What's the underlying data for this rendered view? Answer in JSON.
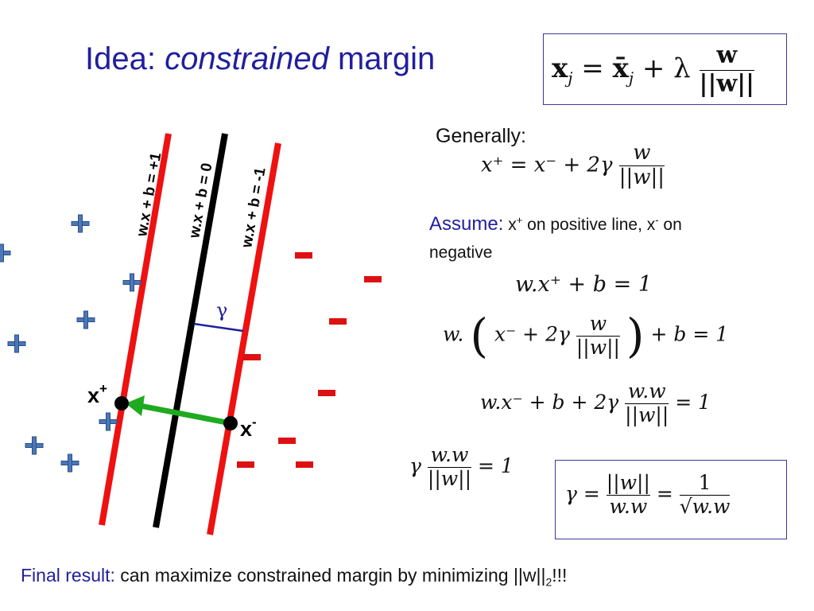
{
  "title": {
    "prefix": "Idea: ",
    "italic": "constrained",
    "suffix": " margin"
  },
  "top_formula": {
    "lhs": "x",
    "lhs_sub": "j",
    "eq": " = ",
    "bar": "x̄",
    "bar_sub": "j",
    "plus": " + λ",
    "num": "w",
    "den": "||w||"
  },
  "generally": {
    "label": "Generally:",
    "lhs": "x⁺ = x⁻ + 2γ",
    "num": "w",
    "den": "||w||"
  },
  "assume": {
    "label": "Assume:",
    "text1": "x",
    "sup1": "+",
    "text2": " on positive line, x",
    "sup2": "-",
    "text3": " on",
    "line2": "negative"
  },
  "derivation": {
    "eq1": "w.x⁺ + b = 1",
    "eq2_left": "w.",
    "eq2_inner": "x⁻ + 2γ",
    "eq2_num": "w",
    "eq2_den": "||w||",
    "eq2_right": "+ b = 1",
    "eq3_left": "w.x⁻ + b + 2γ",
    "eq3_num": "w.w",
    "eq3_den": "||w||",
    "eq3_right": "= 1",
    "eq4_left": "γ",
    "eq4_num": "w.w",
    "eq4_den": "||w||",
    "eq4_right": "= 1"
  },
  "result_box": {
    "lhs": "γ =",
    "num1": "||w||",
    "den1": "w.w",
    "mid": "=",
    "num2": "1",
    "den2": "√w.w"
  },
  "final": {
    "label": "Final result:",
    "text": " can maximize constrained margin by minimizing ||w||",
    "sub": "2",
    "tail": "!!!"
  },
  "diagram": {
    "line_pos_label": "w.x + b = +1",
    "line_zero_label": "w.x + b = 0",
    "line_neg_label": "w.x + b = -1",
    "gamma_label": "γ",
    "xplus_label": "x",
    "xplus_sup": "+",
    "xminus_label": "x",
    "xminus_sup": "-",
    "colors": {
      "boundary": "#ee1111",
      "separator": "#000000",
      "plus": "#4a78b8",
      "minus": "#dd1111",
      "arrow": "#1faa1f",
      "gamma": "#1f1f9e"
    }
  }
}
